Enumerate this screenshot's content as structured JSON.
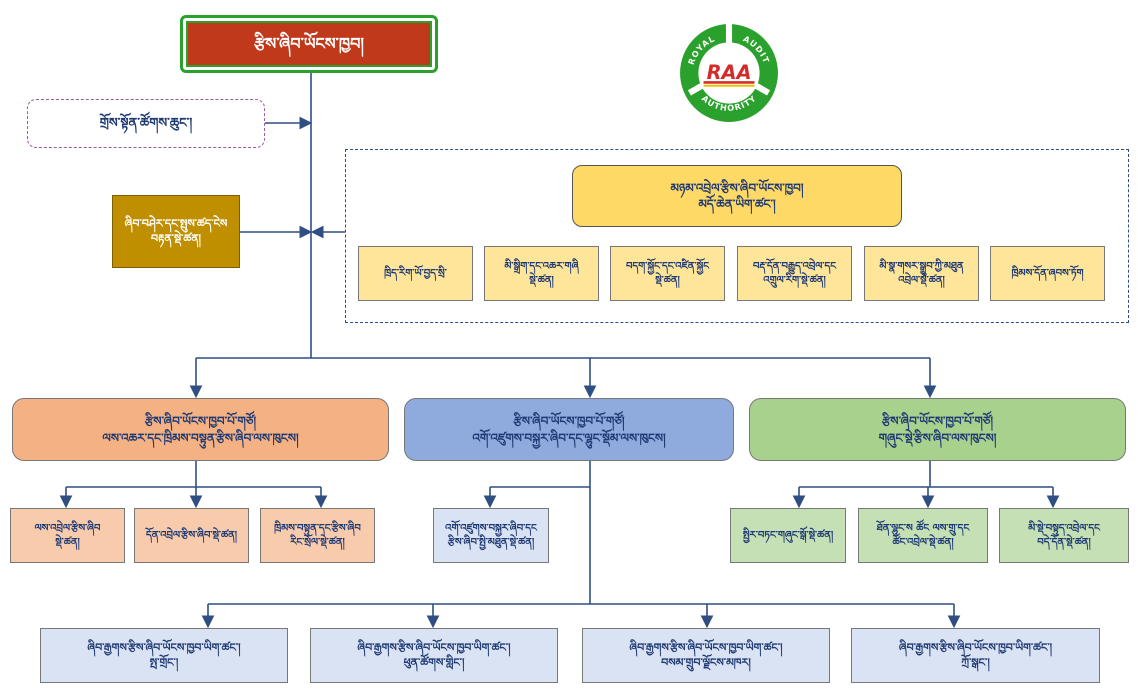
{
  "top": {
    "title": "རྩིས་ཞིབ་ཡོངས་ཁྱབ།"
  },
  "advisory": {
    "label": "གྲོས་སྟོན་ཚོགས་ཆུང་།"
  },
  "quality": {
    "line1": "ཞིབ་བཤེར་དང་སྤུས་ཚད་ངེས",
    "line2": "བརྟན་སྡེ་ཚན།"
  },
  "logo": {
    "center_text": "RAA",
    "arc_top_left": "ROYAL",
    "arc_top_right": "AUDIT",
    "arc_bottom": "AUTHORITY",
    "colors": {
      "green": "#2aa12c",
      "red": "#d42a2a"
    }
  },
  "dag": {
    "line1": "མཉམ་འབྲེལ་རྩིས་ཞིབ་ཡོངས་ཁྱབ།",
    "line2": "མདོ་ཆེན་ཡིག་ཚང་།"
  },
  "services": [
    {
      "line1": "ཁྲིད་རིག་ཡོ་བྱད་སྲི་",
      "line2": ""
    },
    {
      "line1": "མི་སྒྲིག་དང་འཆར་གཞི",
      "line2": "སྡེ་ཚན།"
    },
    {
      "line1": "བདག་སྐྱོང་དང་འཛིན་སྐྱོང",
      "line2": "སྡེ་ཚན།"
    },
    {
      "line1": "བརྡ་དོན་བརྒྱུད་འབྲེལ་དང",
      "line2": "འགྲུལ་རིག་སྡེ་ཚན།"
    },
    {
      "line1": "མི་སྣ་གསར་སྒྲུབ་ཀྱི་མཐུན",
      "line2": "འབྲེལ་སྡེ་ཚན།"
    },
    {
      "line1": "ཁྲིམས་དོན་ཞབས་ཏོག",
      "line2": ""
    }
  ],
  "departments": [
    {
      "line1": "རྩིས་ཞིབ་ཡོངས་ཁྱབ་པོ་གཙོ།",
      "line2": "ལས་འཆར་དང་ཁྲིམས་བསྟུན་རྩིས་ཞིབ་ལས་ཁུངས།"
    },
    {
      "line1": "རྩིས་ཞིབ་ཡོངས་ཁྱབ་པོ་གཙོ།",
      "line2": "འགོ་འཛུགས་བསྐྱར་ཞིབ་དང་ལྷུང་སྡོམ་ལས་ཁུངས།"
    },
    {
      "line1": "རྩིས་ཞིབ་ཡོངས་ཁྱབ་པོ་གཙོ།",
      "line2": "གཞུང་སྡེ་རྩིས་ཞིབ་ལས་ཁུངས།"
    }
  ],
  "divisions_left": [
    {
      "line1": "ལས་འབྲེལ་རྩིས་ཞིབ",
      "line2": "སྡེ་ཚན།"
    },
    {
      "line1": "དོན་འབྲེལ་རྩིས་ཞིབ་སྡེ་ཚན།",
      "line2": ""
    },
    {
      "line1": "ཁྲིམས་བསྟུན་དང་རྩིས་ཞིབ",
      "line2": "རིང་སྲོལ་སྡེ་ཚན།"
    }
  ],
  "divisions_mid": [
    {
      "line1": "འགོ་འཛུགས་བསྐྱར་ཞིབ་དང",
      "line2": "རྩིས་ཞིབ་སྤྱི་མཐུན་སྡེ་ཚན།"
    }
  ],
  "divisions_right": [
    {
      "line1": "སྤྱིར་བཏང་གཞུང་སྒོ་སྡེ་ཚན།",
      "line2": ""
    },
    {
      "line1": "ཐོན་ལྷུང་ས  ཚོང  ལས་གྲུ་དང",
      "line2": "ཚོང་འབྲེལ་སྡེ་ཚན།"
    },
    {
      "line1": "མི་སྡེ་བསྟུད་འབྲེལ་དང",
      "line2": "བདེ་དོན་སྡེ་ཚན།"
    }
  ],
  "regions": [
    {
      "line1": "ཞིབ་རྒྱགས་རྩིས་ཞིབ་ཡོངས་ཁྱབ་ཡིག་ཚང་།",
      "line2": "སྤ་གྲོང་།"
    },
    {
      "line1": "ཞིབ་རྒྱགས་རྩིས་ཞིབ་ཡོངས་ཁྱབ་ཡིག་ཚང་།",
      "line2": "ཕུན་ཚོགས་གླིང་།"
    },
    {
      "line1": "ཞིབ་རྒྱགས་རྩིས་ཞིབ་ཡོངས་ཁྱབ་ཡིག་ཚང་།",
      "line2": "བསམ་གྲུབ་ལྗོངས་མཁར།"
    },
    {
      "line1": "ཞིབ་རྒྱགས་རྩིས་ཞིབ་ཡོངས་ཁྱབ་ཡིག་ཚང་།",
      "line2": "ཀྲོ་སྒང་།"
    }
  ]
}
